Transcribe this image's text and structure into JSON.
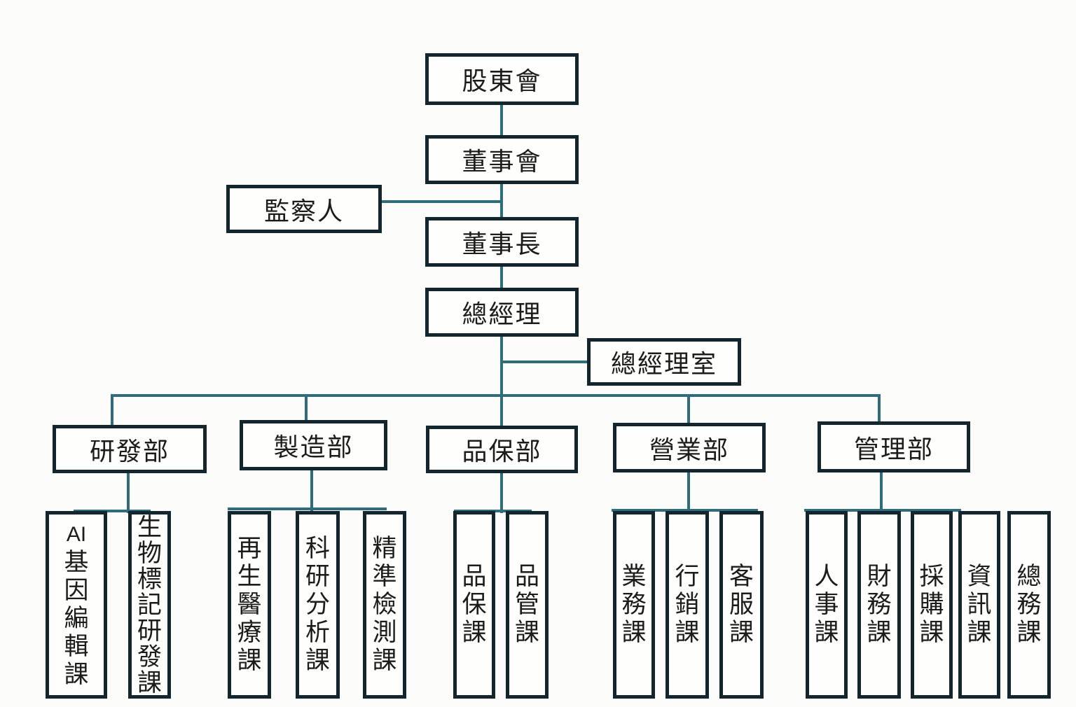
{
  "chart_title": "",
  "colors": {
    "connector": "#2F6D7D",
    "box_border": "#14262D",
    "background": "#FCFCFB",
    "box_background": "#FEFEFD",
    "text": "#1C1C1C"
  },
  "nodes": {
    "shareholders": {
      "label": "股東會"
    },
    "board": {
      "label": "董事會"
    },
    "supervisors": {
      "label": "監察人"
    },
    "chairman": {
      "label": "董事長"
    },
    "general_manager": {
      "label": "總經理"
    },
    "gm_office": {
      "label": "總經理室"
    }
  },
  "departments": [
    {
      "id": "rd-department",
      "label": "研發部",
      "units": [
        {
          "id": "ai-gene-editing-section",
          "label": "AI基因編輯課"
        },
        {
          "id": "biomarker-rd-section",
          "label": "生物標記研發課"
        }
      ]
    },
    {
      "id": "manufacturing-department",
      "label": "製造部",
      "units": [
        {
          "id": "regenerative-medicine-section",
          "label": "再生醫療課"
        },
        {
          "id": "scientific-research-analysis-section",
          "label": "科研分析課"
        },
        {
          "id": "precision-testing-section",
          "label": "精準檢測課"
        }
      ]
    },
    {
      "id": "quality-assurance-department",
      "label": "品保部",
      "units": [
        {
          "id": "quality-assurance-section",
          "label": "品保課"
        },
        {
          "id": "quality-control-section",
          "label": "品管課"
        }
      ]
    },
    {
      "id": "sales-department",
      "label": "營業部",
      "units": [
        {
          "id": "business-section",
          "label": "業務課"
        },
        {
          "id": "marketing-section",
          "label": "行銷課"
        },
        {
          "id": "customer-service-section",
          "label": "客服課"
        }
      ]
    },
    {
      "id": "administration-department",
      "label": "管理部",
      "units": [
        {
          "id": "hr-section",
          "label": "人事課"
        },
        {
          "id": "finance-section",
          "label": "財務課"
        },
        {
          "id": "procurement-section",
          "label": "採購課"
        },
        {
          "id": "information-section",
          "label": "資訊課"
        },
        {
          "id": "general-affairs-section",
          "label": "總務課"
        }
      ]
    }
  ]
}
